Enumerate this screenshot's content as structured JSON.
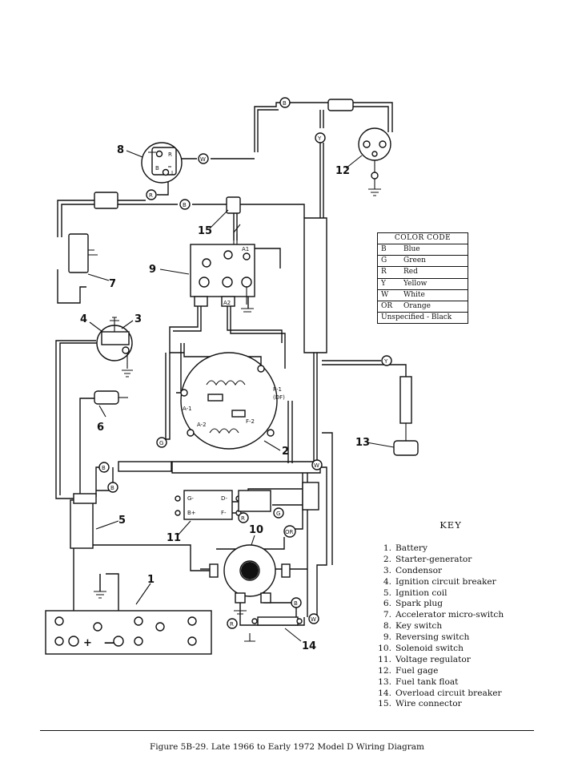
{
  "caption": "Figure 5B-29.  Late 1966 to Early 1972 Model D Wiring Diagram",
  "color_code": {
    "title": "COLOR CODE",
    "rows": [
      {
        "code": "B",
        "name": "Blue"
      },
      {
        "code": "G",
        "name": "Green"
      },
      {
        "code": "R",
        "name": "Red"
      },
      {
        "code": "Y",
        "name": "Yellow"
      },
      {
        "code": "W",
        "name": "White"
      },
      {
        "code": "OR",
        "name": "Orange"
      }
    ],
    "unspecified": "Unspecified - Black"
  },
  "key": {
    "title": "KEY",
    "items": [
      {
        "num": "1.",
        "text": "Battery"
      },
      {
        "num": "2.",
        "text": "Starter-generator"
      },
      {
        "num": "3.",
        "text": "Condensor"
      },
      {
        "num": "4.",
        "text": "Ignition circuit breaker"
      },
      {
        "num": "5.",
        "text": "Ignition coil"
      },
      {
        "num": "6.",
        "text": "Spark plug"
      },
      {
        "num": "7.",
        "text": "Accelerator micro-switch"
      },
      {
        "num": "8.",
        "text": "Key switch"
      },
      {
        "num": "9.",
        "text": "Reversing switch"
      },
      {
        "num": "10.",
        "text": "Solenoid switch"
      },
      {
        "num": "11.",
        "text": "Voltage regulator"
      },
      {
        "num": "12.",
        "text": "Fuel gage"
      },
      {
        "num": "13.",
        "text": "Fuel tank float"
      },
      {
        "num": "14.",
        "text": "Overload circuit breaker"
      },
      {
        "num": "15.",
        "text": "Wire connector"
      }
    ]
  },
  "callouts": [
    "1",
    "2",
    "3",
    "4",
    "5",
    "6",
    "7",
    "8",
    "9",
    "10",
    "11",
    "12",
    "13",
    "14",
    "15"
  ],
  "wire_tags": {
    "B": "B",
    "W": "W",
    "R": "R",
    "Y": "Y",
    "G": "G",
    "OR": "OR"
  },
  "terminal_labels": {
    "a1": "A1",
    "a2": "A2",
    "a_minus_1": "A-1",
    "a_minus_2": "A-2",
    "f1_df": "F-1",
    "df": "(DF)",
    "f2": "F-2",
    "reg_g": "G-",
    "reg_b": "B+",
    "reg_d": "D-",
    "reg_f": "F-",
    "plus": "+",
    "minus": "—"
  }
}
